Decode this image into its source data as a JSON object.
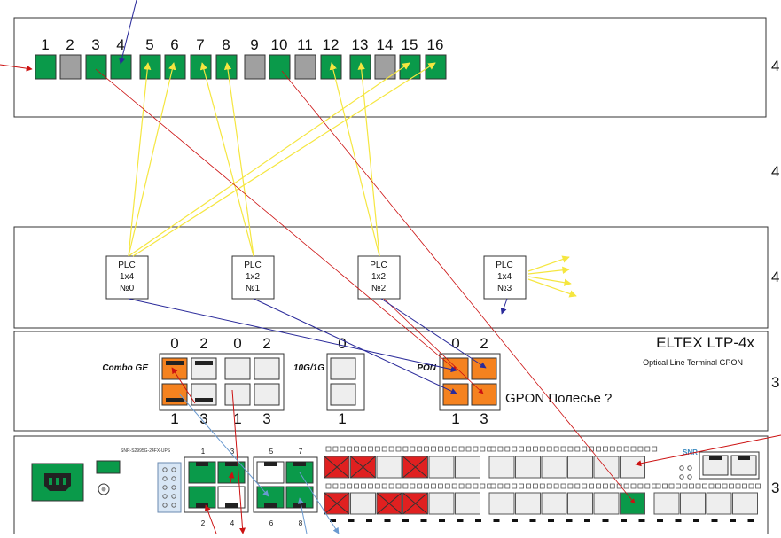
{
  "side_labels": [
    "4",
    "4",
    "4",
    "3",
    "3"
  ],
  "patch_panel": {
    "port_numbers": [
      "1",
      "2",
      "3",
      "4",
      "5",
      "6",
      "7",
      "8",
      "9",
      "10",
      "11",
      "12",
      "13",
      "14",
      "15",
      "16"
    ],
    "port_states": [
      "green",
      "gray",
      "green",
      "green",
      "green",
      "green",
      "green",
      "green",
      "gray",
      "green",
      "gray",
      "green",
      "green",
      "gray",
      "green",
      "green"
    ]
  },
  "splitters": [
    {
      "label": "PLC",
      "ratio": "1x4",
      "id": "№0"
    },
    {
      "label": "PLC",
      "ratio": "1x2",
      "id": "№1"
    },
    {
      "label": "PLC",
      "ratio": "1x2",
      "id": "№2"
    },
    {
      "label": "PLC",
      "ratio": "1x4",
      "id": "№3"
    }
  ],
  "olt": {
    "title": "ELTEX LTP-4x",
    "subtitle": "Optical Line Terminal GPON",
    "combo_label": "Combo GE",
    "tenG_label": "10G/1G",
    "pon_label": "PON",
    "gpon_note": "GPON Полесье ?",
    "combo_top": [
      "0",
      "2",
      "0",
      "2"
    ],
    "combo_bottom": [
      "1",
      "3",
      "1",
      "3"
    ],
    "tenG_top": "0",
    "tenG_bottom": "1",
    "pon_top": [
      "0",
      "2"
    ],
    "pon_bottom": [
      "1",
      "3"
    ]
  },
  "switch": {
    "model_label": "SNR-S2995G-24FX-UPS",
    "brand": "SNR",
    "copper_top": [
      "1",
      "3",
      "5",
      "7"
    ],
    "copper_bottom": [
      "2",
      "4",
      "6",
      "8"
    ],
    "sfp_group1_top": [
      "red",
      "red",
      "white",
      "red",
      "white",
      "white"
    ],
    "sfp_group1_bottom": [
      "red",
      "white",
      "red",
      "red",
      "white",
      "white"
    ],
    "sfp_group2_top": [
      "white",
      "white",
      "white",
      "white",
      "white",
      "white"
    ],
    "sfp_group2_bottom": [
      "white",
      "white",
      "white",
      "white",
      "white",
      "green"
    ],
    "sfp_group3_bottom": [
      "white",
      "white",
      "white",
      "white"
    ]
  },
  "colors": {
    "green": "#0a9a4a",
    "gray": "#a0a0a0",
    "orange": "#f5821f",
    "red": "#e02020",
    "yellow": "#f5e640",
    "fiber_red": "#cc1111",
    "fiber_blue": "#2a2a9a",
    "light_blue": "#6a9ad0"
  }
}
